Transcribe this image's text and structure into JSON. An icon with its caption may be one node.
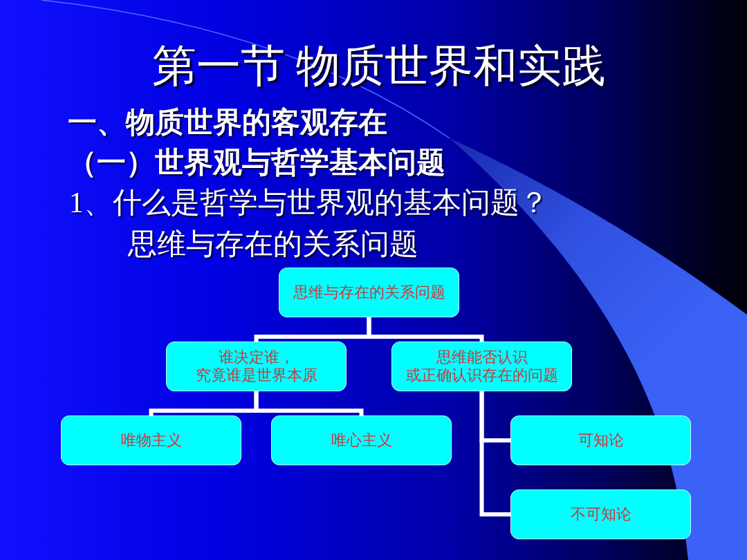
{
  "diagram": {
    "title": "第一节 物质世界和实践",
    "labels": [
      "一、物质世界的客观存在",
      "（一）世界观与哲学基本问题",
      "1、什么是哲学与世界观的基本问题？",
      "思维与存在的关系问题"
    ],
    "nodes": [
      {
        "text": [
          "思维与存在的关系问题"
        ]
      },
      {
        "text": [
          "谁决定谁，究竟谁是世界本原"
        ]
      },
      {
        "text": [
          "思维能否认识或正确认识存在的问题"
        ]
      },
      {
        "text": [
          "唯物主义"
        ]
      },
      {
        "text": [
          "唯心主义"
        ]
      },
      {
        "text": [
          "可知论"
        ]
      },
      {
        "text": [
          "不可知论"
        ]
      }
    ],
    "edges": [
      {
        "from": 0,
        "to": 1,
        "arrow": "none"
      },
      {
        "from": 0,
        "to": 2,
        "arrow": "none"
      },
      {
        "from": 1,
        "to": 3,
        "arrow": "none"
      },
      {
        "from": 1,
        "to": 4,
        "arrow": "none"
      },
      {
        "from": 2,
        "to": 5,
        "arrow": "none"
      },
      {
        "from": 2,
        "to": 6,
        "arrow": "none"
      }
    ]
  }
}
